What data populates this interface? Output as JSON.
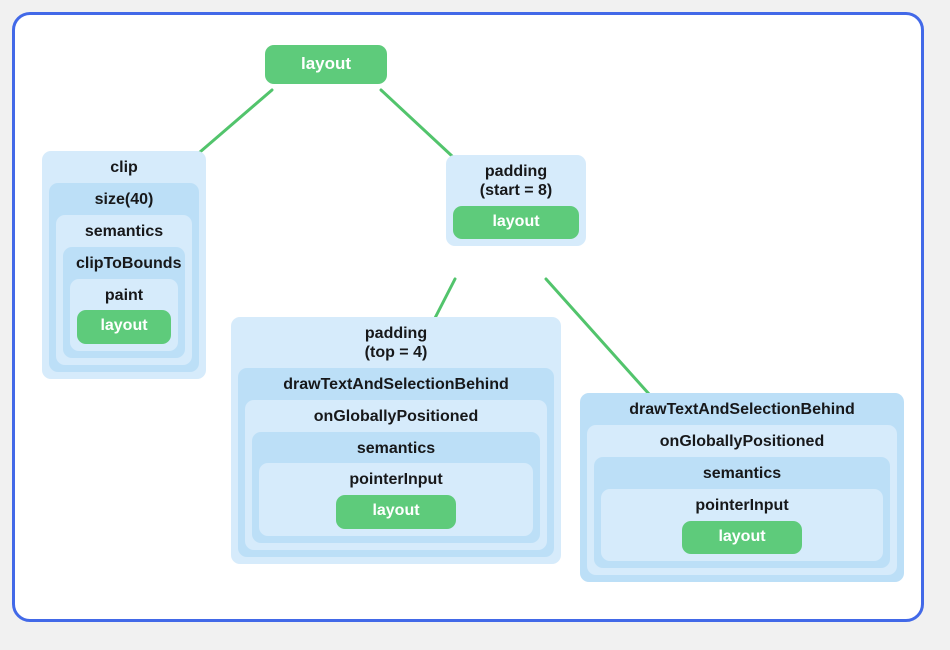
{
  "diagram": {
    "type": "tree",
    "colors": {
      "frame_border": "#4269e8",
      "canvas": "#ffffff",
      "page_background": "#f1f1f1",
      "edge_line": "#52c46c",
      "leaf_green": "#5ecb7b",
      "nest_shade_a": "#d6ebfb",
      "nest_shade_b": "#bcdff7",
      "label_text": "#17181a",
      "leaf_text": "#ffffff"
    },
    "nodes": {
      "root_layout": {
        "label": "layout",
        "kind": "leaf"
      },
      "clip_stack": {
        "levels": [
          "clip",
          "size(40)",
          "semantics",
          "clipToBounds",
          "paint"
        ],
        "leaf": "layout"
      },
      "padding_start_stack": {
        "levels": [
          "padding\n(start = 8)"
        ],
        "label_line1": "padding",
        "label_line2": "(start = 8)",
        "leaf": "layout"
      },
      "padding_top_stack": {
        "label_line1": "padding",
        "label_line2": "(top = 4)",
        "levels": [
          "drawTextAndSelectionBehind",
          "onGloballyPositioned",
          "semantics",
          "pointerInput"
        ],
        "leaf": "layout"
      },
      "draw_right_stack": {
        "levels": [
          "drawTextAndSelectionBehind",
          "onGloballyPositioned",
          "semantics",
          "pointerInput"
        ],
        "leaf": "layout"
      }
    },
    "edges": [
      {
        "from": "root_layout",
        "to": "clip_stack"
      },
      {
        "from": "root_layout",
        "to": "padding_start_stack"
      },
      {
        "from": "padding_start_stack",
        "to": "padding_top_stack"
      },
      {
        "from": "padding_start_stack",
        "to": "draw_right_stack"
      }
    ]
  }
}
